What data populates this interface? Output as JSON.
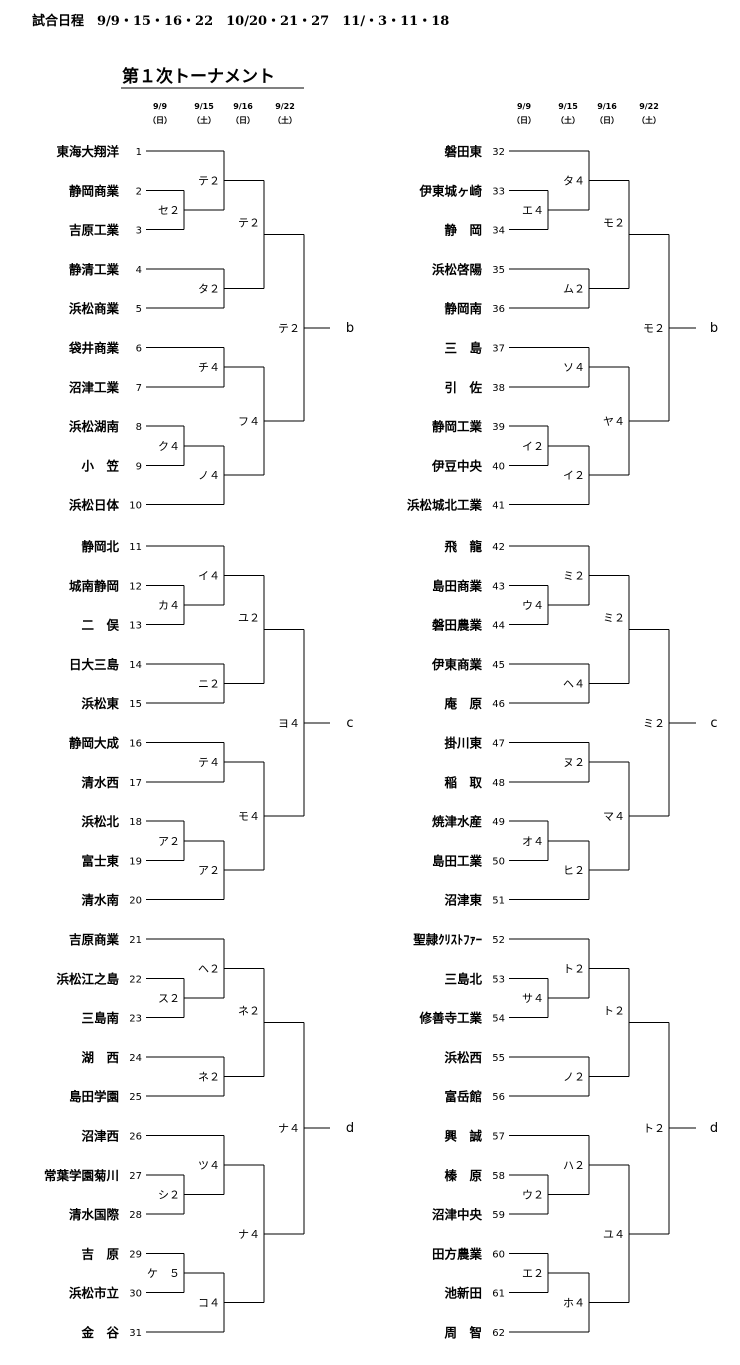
{
  "header": {
    "schedule": "試合日程　9/9・15・16・22　10/20・21・27　11/・3・11・18"
  },
  "title": "第１次トーナメント",
  "dates": [
    {
      "date": "9/9",
      "day": "（日）"
    },
    {
      "date": "9/15",
      "day": "（土）"
    },
    {
      "date": "9/16",
      "day": "（日）"
    },
    {
      "date": "9/22",
      "day": "（土）"
    }
  ],
  "halves": [
    {
      "side": "left",
      "blocks": [
        {
          "teams": [
            {
              "name": "東海大翔洋",
              "num": "1"
            },
            {
              "name": "静岡商業",
              "num": "2"
            },
            {
              "name": "吉原工業",
              "num": "3"
            },
            {
              "name": "静清工業",
              "num": "4"
            },
            {
              "name": "浜松商業",
              "num": "5"
            },
            {
              "name": "袋井商業",
              "num": "6"
            },
            {
              "name": "沼津工業",
              "num": "7"
            },
            {
              "name": "浜松湖南",
              "num": "8"
            },
            {
              "name": "小　笠",
              "num": "9"
            },
            {
              "name": "浜松日体",
              "num": "10"
            }
          ],
          "matches": {
            "r1a": "セ２",
            "r1b": "ク４",
            "r2a": "テ２",
            "r2b": "タ２",
            "r2c": "チ４",
            "r2d": "ノ４",
            "r3a": "テ２",
            "r3b": "フ４",
            "final": "テ２"
          },
          "out": "b"
        },
        {
          "teams": [
            {
              "name": "静岡北",
              "num": "11"
            },
            {
              "name": "城南静岡",
              "num": "12"
            },
            {
              "name": "二　俣",
              "num": "13"
            },
            {
              "name": "日大三島",
              "num": "14"
            },
            {
              "name": "浜松東",
              "num": "15"
            },
            {
              "name": "静岡大成",
              "num": "16"
            },
            {
              "name": "清水西",
              "num": "17"
            },
            {
              "name": "浜松北",
              "num": "18"
            },
            {
              "name": "富士東",
              "num": "19"
            },
            {
              "name": "清水南",
              "num": "20"
            }
          ],
          "matches": {
            "r1a": "カ４",
            "r1b": "ア２",
            "r2a": "イ４",
            "r2b": "ニ２",
            "r2c": "テ４",
            "r2d": "ア２",
            "r3a": "ユ２",
            "r3b": "モ４",
            "final": "ヨ４"
          },
          "out": "c"
        },
        {
          "teams": [
            {
              "name": "吉原商業",
              "num": "21"
            },
            {
              "name": "浜松江之島",
              "num": "22"
            },
            {
              "name": "三島南",
              "num": "23"
            },
            {
              "name": "湖　西",
              "num": "24"
            },
            {
              "name": "島田学園",
              "num": "25"
            },
            {
              "name": "沼津西",
              "num": "26"
            },
            {
              "name": "常葉学園菊川",
              "num": "27"
            },
            {
              "name": "清水国際",
              "num": "28"
            },
            {
              "name": "吉　原",
              "num": "29"
            },
            {
              "name": "浜松市立",
              "num": "30"
            },
            {
              "name": "金　谷",
              "num": "31"
            }
          ],
          "matches": {
            "r1a": "ス２",
            "r1b": "シ２",
            "r1c": "ケ　５",
            "r2a": "ヘ２",
            "r2b": "ネ２",
            "r2c": "ツ４",
            "r2d": "コ４",
            "r3a": "ネ２",
            "r3b": "ナ４",
            "final": "ナ４"
          },
          "out": "d"
        }
      ]
    },
    {
      "side": "right",
      "blocks": [
        {
          "teams": [
            {
              "name": "磐田東",
              "num": "32"
            },
            {
              "name": "伊東城ヶ崎",
              "num": "33"
            },
            {
              "name": "静　岡",
              "num": "34"
            },
            {
              "name": "浜松啓陽",
              "num": "35"
            },
            {
              "name": "静岡南",
              "num": "36"
            },
            {
              "name": "三　島",
              "num": "37"
            },
            {
              "name": "引　佐",
              "num": "38"
            },
            {
              "name": "静岡工業",
              "num": "39"
            },
            {
              "name": "伊豆中央",
              "num": "40"
            },
            {
              "name": "浜松城北工業",
              "num": "41"
            }
          ],
          "matches": {
            "r1a": "エ４",
            "r1b": "イ２",
            "r2a": "タ４",
            "r2b": "ム２",
            "r2c": "ソ４",
            "r2d": "イ２",
            "r3a": "モ２",
            "r3b": "ヤ４",
            "final": "モ２"
          },
          "out": "b"
        },
        {
          "teams": [
            {
              "name": "飛　龍",
              "num": "42"
            },
            {
              "name": "島田商業",
              "num": "43"
            },
            {
              "name": "磐田農業",
              "num": "44"
            },
            {
              "name": "伊東商業",
              "num": "45"
            },
            {
              "name": "庵　原",
              "num": "46"
            },
            {
              "name": "掛川東",
              "num": "47"
            },
            {
              "name": "稲　取",
              "num": "48"
            },
            {
              "name": "焼津水産",
              "num": "49"
            },
            {
              "name": "島田工業",
              "num": "50"
            },
            {
              "name": "沼津東",
              "num": "51"
            }
          ],
          "matches": {
            "r1a": "ウ４",
            "r1b": "オ４",
            "r2a": "ミ２",
            "r2b": "ヘ４",
            "r2c": "ヌ２",
            "r2d": "ヒ２",
            "r3a": "ミ２",
            "r3b": "マ４",
            "final": "ミ２"
          },
          "out": "c"
        },
        {
          "teams": [
            {
              "name": "聖隷ｸﾘｽﾄﾌｧｰ",
              "num": "52"
            },
            {
              "name": "三島北",
              "num": "53"
            },
            {
              "name": "修善寺工業",
              "num": "54"
            },
            {
              "name": "浜松西",
              "num": "55"
            },
            {
              "name": "富岳館",
              "num": "56"
            },
            {
              "name": "興　誠",
              "num": "57"
            },
            {
              "name": "榛　原",
              "num": "58"
            },
            {
              "name": "沼津中央",
              "num": "59"
            },
            {
              "name": "田方農業",
              "num": "60"
            },
            {
              "name": "池新田",
              "num": "61"
            },
            {
              "name": "周　智",
              "num": "62"
            }
          ],
          "matches": {
            "r1a": "サ４",
            "r1b": "ウ２",
            "r1c": "エ２",
            "r2a": "ト２",
            "r2b": "ノ２",
            "r2c": "ハ２",
            "r2d": "ホ４",
            "r3a": "ト２",
            "r3b": "ユ４",
            "final": "ト２"
          },
          "out": "d"
        }
      ]
    }
  ]
}
